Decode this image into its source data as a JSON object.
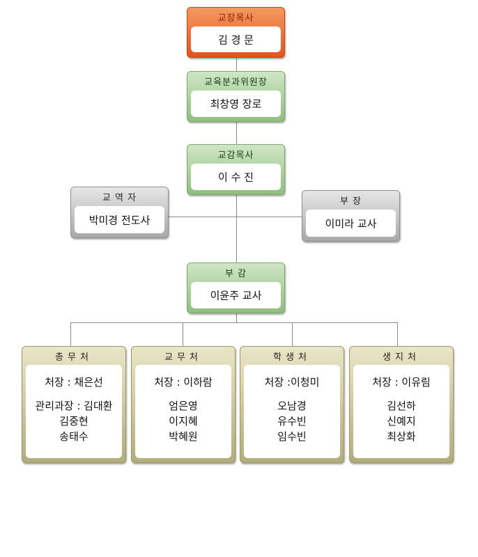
{
  "top": [
    {
      "id": "senior-pastor",
      "title": "교장목사",
      "name": "김 경 문",
      "style": "orange"
    },
    {
      "id": "education-chair",
      "title": "교육분과위원장",
      "name": "최창영 장로",
      "style": "green"
    },
    {
      "id": "vice-principal-pastor",
      "title": "교감목사",
      "name": "이 수 진",
      "style": "green"
    }
  ],
  "side": [
    {
      "id": "evangelist",
      "title": "교 역 자",
      "name": "박미경 전도사",
      "style": "gray"
    },
    {
      "id": "director",
      "title": "부 장",
      "name": "이미라 교사",
      "style": "gray"
    }
  ],
  "vice": {
    "id": "assistant-principal",
    "title": "부 감",
    "name": "이윤주 교사",
    "style": "green"
  },
  "departments": [
    {
      "id": "general-affairs",
      "title": "총무처",
      "head": "처장 : 채은선",
      "members": [
        "관리과장 : 김대환",
        "김중현",
        "송태수"
      ]
    },
    {
      "id": "academic-affairs",
      "title": "교무처",
      "head": "처장 : 이하람",
      "members": [
        "엄은영",
        "이지혜",
        "박혜원"
      ]
    },
    {
      "id": "student-affairs",
      "title": "학생처",
      "head": "처장 :이청미",
      "members": [
        "오남경",
        "유수빈",
        "임수빈"
      ]
    },
    {
      "id": "student-life",
      "title": "생지처",
      "head": "처장 : 이유림",
      "members": [
        "김선하",
        "신예지",
        "최상화"
      ]
    }
  ]
}
